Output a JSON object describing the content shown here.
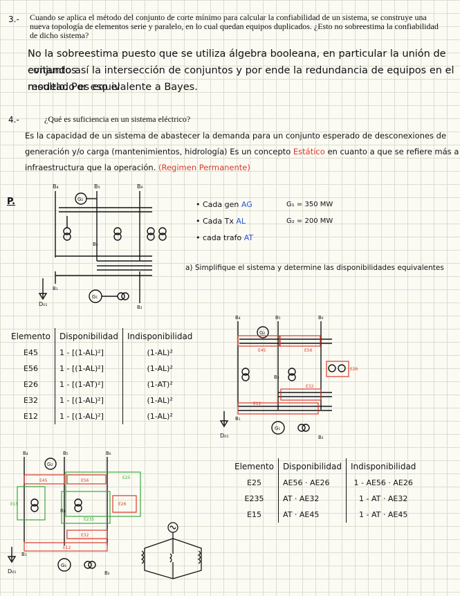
{
  "q3": {
    "number": "3.-",
    "question": "Cuando se aplica el método del conjunto de corte mínimo para calcular la confiabilidad de un sistema, se construye una nueva topología de elementos serie y paralelo, en lo cual quedan equipos duplicados. ¿Esto no sobreestima la confiabilidad de dicho sistema?",
    "answer_line1": "No la sobreestima puesto que se utiliza álgebra booleana, en particular la unión de conjuntos",
    "answer_line2": "evitando así la intersección de conjuntos y por ende la redundancia de equipos en el modelo. Por eso el",
    "answer_line3": "resultado es equivalente a Bayes."
  },
  "q4": {
    "number": "4.-",
    "question": "¿Qué es suficiencia en un sistema eléctrico?",
    "answer_line1": "Es la capacidad de un sistema de abastecer la demanda para un conjunto esperado de desconexiones de",
    "answer_line2": "generación y/o carga (mantenimientos, hidrología) Es un concepto",
    "answer_static": "Estático",
    "answer_line2_end": "en cuanto a que se refiere más a la",
    "answer_line3": "infraestructura que la operación.",
    "answer_regime": "(Regimen Permanente)"
  },
  "problem": {
    "label": "P.",
    "bullets": [
      {
        "text": "Cada gen",
        "symbol": "AG",
        "value": "G₁ = 350 MW"
      },
      {
        "text": "Cada Tx",
        "symbol": "AL",
        "value": "G₂ = 200 MW"
      },
      {
        "text": "cada trafo",
        "symbol": "AT",
        "value": ""
      }
    ],
    "task": "a) Simplifique el sistema y determine las disponibilidades equivalentes"
  },
  "diagram_labels": {
    "b4": "B₄",
    "b5": "B₅",
    "b6": "B₆",
    "b3": "B₃",
    "b1": "B₁",
    "b2": "B₂",
    "g1": "G₁",
    "g2": "G₂",
    "d": "D₀₁",
    "e45": "E45",
    "e56": "E56",
    "e26": "E26",
    "e32": "E32",
    "e12": "E12",
    "e25": "E25",
    "e235": "E235",
    "e15": "E15"
  },
  "table1": {
    "headers": [
      "Elemento",
      "Disponibilidad",
      "Indisponibilidad"
    ],
    "rows": [
      [
        "E45",
        "1 - [(1-AL)²]",
        "(1-AL)²"
      ],
      [
        "E56",
        "1 - [(1-AL)²]",
        "(1-AL)²"
      ],
      [
        "E26",
        "1 - [(1-AT)²]",
        "(1-AT)²"
      ],
      [
        "E32",
        "1 - [(1-AL)²]",
        "(1-AL)²"
      ],
      [
        "E12",
        "1 - [(1-AL)²]",
        "(1-AL)²"
      ]
    ]
  },
  "table2": {
    "headers": [
      "Elemento",
      "Disponibilidad",
      "Indisponibilidad"
    ],
    "rows": [
      [
        "E25",
        "AE56 · AE26",
        "1 - AE56 · AE26"
      ],
      [
        "E235",
        "AT · AE32",
        "1 - AT · AE32"
      ],
      [
        "E15",
        "AT · AE45",
        "1 - AT · AE45"
      ]
    ]
  },
  "colors": {
    "red": "#d83a2a",
    "blue": "#2a55d8",
    "green": "#3aa83a",
    "ink": "#111111",
    "grid": "#dcdccf"
  }
}
